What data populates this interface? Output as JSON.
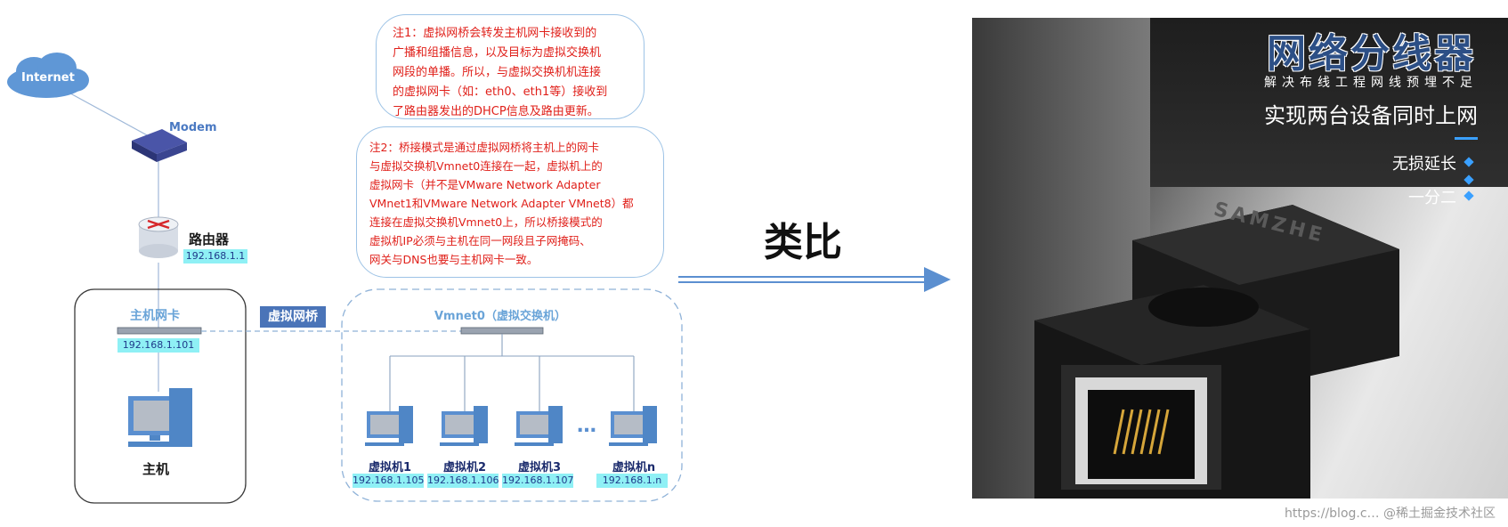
{
  "left_diagram": {
    "internet_label": "Internet",
    "modem_label": "Modem",
    "router_label": "路由器",
    "router_ip": "192.168.1.1",
    "host_nic_label": "主机网卡",
    "host_nic_ip": "192.168.1.101",
    "host_label": "主机",
    "bridge_label": "虚拟网桥",
    "vswitch_label": "Vmnet0（虚拟交换机）",
    "ellipsis": "…",
    "vms": [
      {
        "name": "虚拟机1",
        "ip": "192.168.1.105"
      },
      {
        "name": "虚拟机2",
        "ip": "192.168.1.106"
      },
      {
        "name": "虚拟机3",
        "ip": "192.168.1.107"
      },
      {
        "name": "虚拟机n",
        "ip": "192.168.1.n"
      }
    ],
    "note1_lines": [
      "注1：虚拟网桥会转发主机网卡接收到的",
      "广播和组播信息，以及目标为虚拟交换机",
      "网段的单播。所以，与虚拟交换机机连接",
      "的虚拟网卡（如：eth0、eth1等）接收到",
      "了路由器发出的DHCP信息及路由更新。"
    ],
    "note2_lines": [
      "注2：桥接模式是通过虚拟网桥将主机上的网卡",
      "与虚拟交换机Vmnet0连接在一起，虚拟机上的",
      "虚拟网卡（并不是VMware Network Adapter",
      "VMnet1和VMware Network Adapter VMnet8）都",
      "连接在虚拟交换机Vmnet0上，所以桥接模式的",
      "虚拟机IP必须与主机在同一网段且子网掩码、",
      "网关与DNS也要与主机网卡一致。"
    ]
  },
  "analogy_label": "类比",
  "photo": {
    "title": "网络分线器",
    "subtitle": "解决布线工程网线预埋不足",
    "tagline": "实现两台设备同时上网",
    "features": [
      "无损延长",
      "一分二"
    ],
    "brand": "SAMZHE"
  },
  "watermark": "https://blog.c… @稀土掘金技术社区",
  "colors": {
    "note_text": "#e0201a",
    "note_border": "#9dc3e6",
    "ip_bg": "#8ff0f5",
    "bridge_bg": "#4a74b8",
    "arrow": "#5b8fd0",
    "accent_blue": "#3aa0ff"
  }
}
